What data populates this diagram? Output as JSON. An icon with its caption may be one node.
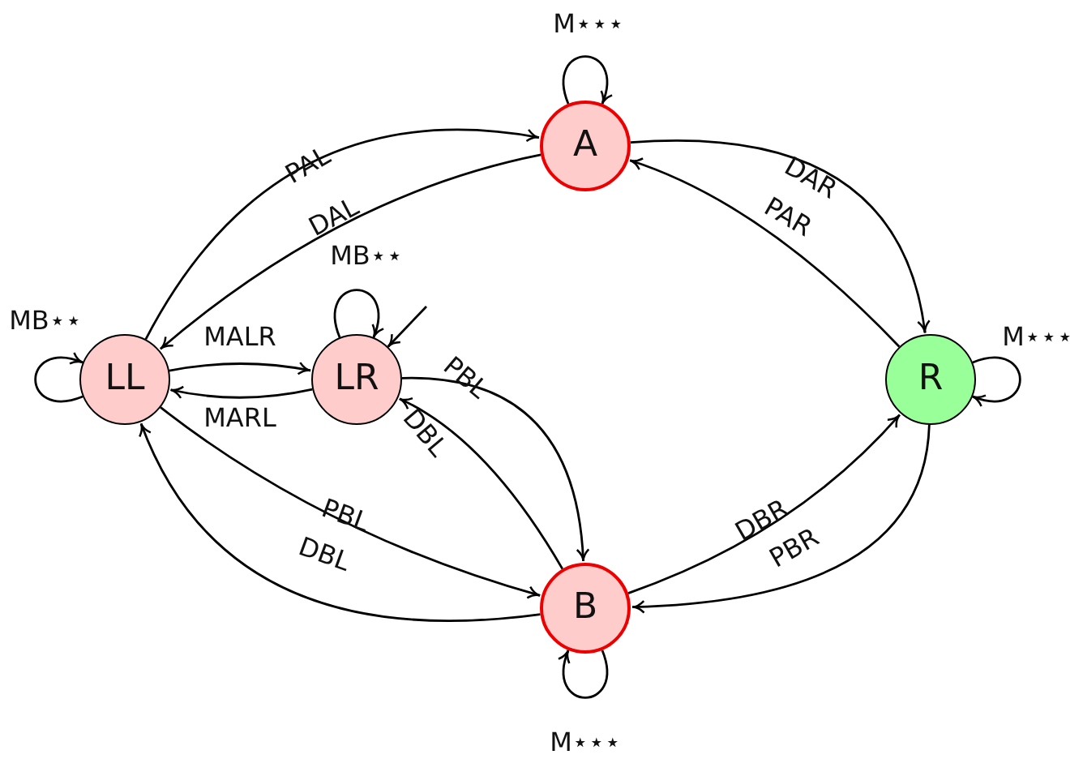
{
  "diagram": {
    "nodes": [
      {
        "text": [
          "A"
        ]
      },
      {
        "text": [
          "LL"
        ]
      },
      {
        "text": [
          "LR"
        ]
      },
      {
        "text": [
          "R"
        ]
      },
      {
        "text": [
          "B"
        ]
      }
    ],
    "edges": [
      {
        "from": 1,
        "to": 0,
        "arrow": "to",
        "label": "PAL"
      },
      {
        "from": 0,
        "to": 1,
        "arrow": "to",
        "label": "DAL"
      },
      {
        "from": 0,
        "to": 3,
        "arrow": "to",
        "label": "DAR"
      },
      {
        "from": 3,
        "to": 0,
        "arrow": "to",
        "label": "PAR"
      },
      {
        "from": 1,
        "to": 2,
        "arrow": "to",
        "label": "MALR"
      },
      {
        "from": 2,
        "to": 1,
        "arrow": "to",
        "label": "MARL"
      },
      {
        "from": 2,
        "to": 4,
        "arrow": "to",
        "label": "PBL"
      },
      {
        "from": 4,
        "to": 2,
        "arrow": "to",
        "label": "DBL"
      },
      {
        "from": 1,
        "to": 4,
        "arrow": "to",
        "label": "PBL"
      },
      {
        "from": 4,
        "to": 1,
        "arrow": "to",
        "label": "DBL"
      },
      {
        "from": 4,
        "to": 3,
        "arrow": "to",
        "label": "DBR"
      },
      {
        "from": 3,
        "to": 4,
        "arrow": "to",
        "label": "PBR"
      },
      {
        "from": 0,
        "to": 0,
        "arrow": "to",
        "label": "M⋆⋆⋆"
      },
      {
        "from": 1,
        "to": 1,
        "arrow": "to",
        "label": "MB⋆⋆"
      },
      {
        "from": 2,
        "to": 2,
        "arrow": "to",
        "label": "MB⋆⋆"
      },
      {
        "from": 3,
        "to": 3,
        "arrow": "to",
        "label": "M⋆⋆⋆"
      },
      {
        "from": 4,
        "to": 4,
        "arrow": "to",
        "label": "M⋆⋆⋆"
      },
      {
        "from": null,
        "to": 2,
        "arrow": "to"
      }
    ]
  }
}
